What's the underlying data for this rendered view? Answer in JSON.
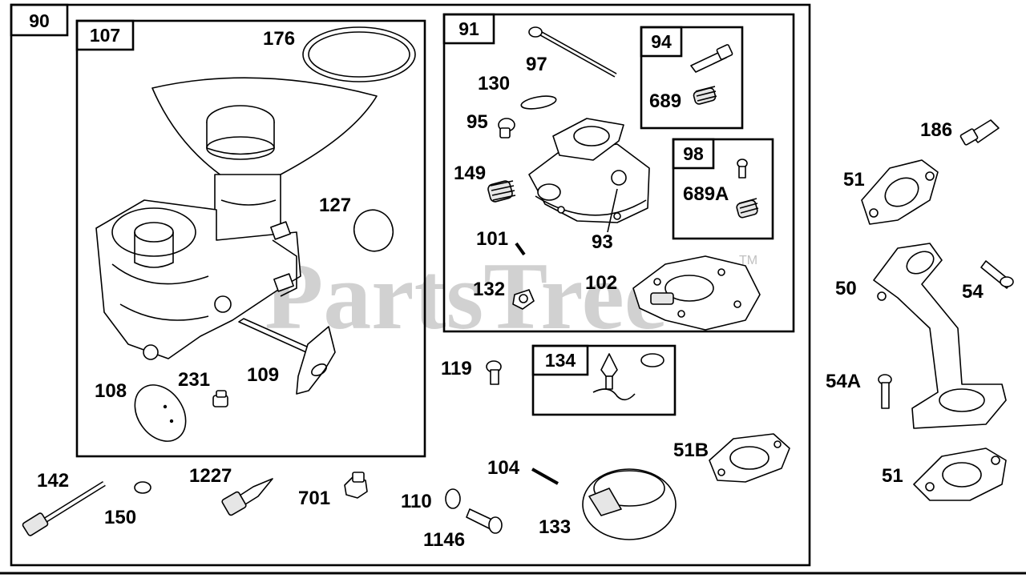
{
  "watermark": "PartsTree",
  "watermark_tm": "TM",
  "boxes": {
    "b90": "90",
    "b107": "107",
    "b91": "91",
    "b94": "94",
    "b98": "98",
    "b134": "134"
  },
  "labels": {
    "l176": "176",
    "l127": "127",
    "l108": "108",
    "l231": "231",
    "l109": "109",
    "l97": "97",
    "l130": "130",
    "l95": "95",
    "l149": "149",
    "l101": "101",
    "l93": "93",
    "l132": "132",
    "l102": "102",
    "l689": "689",
    "l689a": "689A",
    "l186": "186",
    "l51a": "51",
    "l50": "50",
    "l54": "54",
    "l54a": "54A",
    "l51b": "51",
    "l119": "119",
    "l51B": "51B",
    "l142": "142",
    "l150": "150",
    "l1227": "1227",
    "l701": "701",
    "l110": "110",
    "l1146": "1146",
    "l104": "104",
    "l133": "133"
  }
}
